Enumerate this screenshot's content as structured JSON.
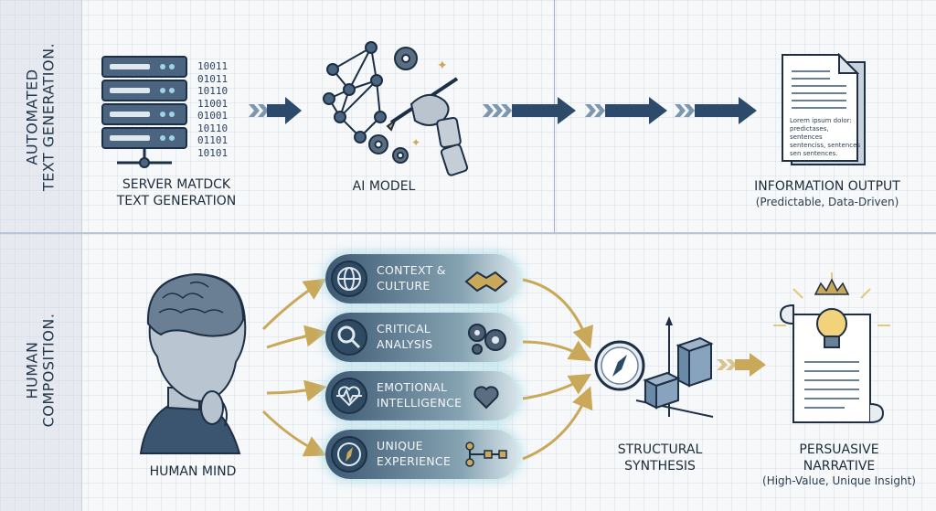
{
  "rows": {
    "top_label": [
      "AUTOMATED",
      "TEXT GENERATION."
    ],
    "bottom_label": [
      "HUMAN",
      "COMPOSITION."
    ]
  },
  "top_flow": {
    "server": {
      "line1": "SERVER MATDCK",
      "line2": "TEXT GENERATION",
      "binary": [
        "10011",
        "01011",
        "10110",
        "11001",
        "01001",
        "10110",
        "01101",
        "10101"
      ]
    },
    "ai_model": {
      "label": "AI MODEL"
    },
    "output": {
      "label": "INFORMATION OUTPUT",
      "sublabel": "(Predictable, Data-Driven)",
      "doc_text": [
        "Lorem ipsum dolor:",
        "predictases, sentences",
        "sentenciss, sentences",
        "sen sentences."
      ]
    }
  },
  "bottom_flow": {
    "human_mind": {
      "label": "HUMAN MIND"
    },
    "chips": [
      {
        "line1": "CONTEXT &",
        "line2": "CULTURE",
        "icon": "globe-icon",
        "art": "handshake-icon"
      },
      {
        "line1": "CRITICAL",
        "line2": "ANALYSIS",
        "icon": "magnifier-icon",
        "art": "gears-icon"
      },
      {
        "line1": "EMOTIONAL",
        "line2": "INTELLIGENCE",
        "icon": "heartbeat-icon",
        "art": "heart-icon"
      },
      {
        "line1": "UNIQUE",
        "line2": "EXPERIENCE",
        "icon": "compass-icon",
        "art": "flowchart-icon"
      }
    ],
    "synthesis": {
      "line1": "STRUCTURAL",
      "line2": "SYNTHESIS"
    },
    "narrative": {
      "line1": "PERSUASIVE",
      "line2": "NARRATIVE",
      "sublabel": "(High-Value, Unique Insight)"
    }
  },
  "colors": {
    "navy": "#2e4a6b",
    "gold": "#c9a85a",
    "glow": "#aadce6"
  }
}
